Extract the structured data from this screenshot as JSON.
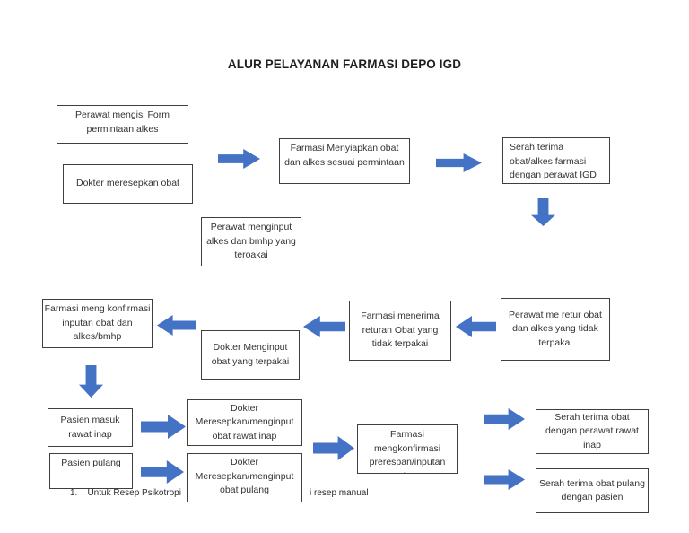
{
  "title": "ALUR PELAYANAN FARMASI DEPO IGD",
  "colors": {
    "arrow": "#4472C4",
    "box_border": "#3f3f3f",
    "text": "#333333"
  },
  "nodes": {
    "perawat_form": "Perawat mengisi Form\npermintaan alkes",
    "dokter_meresepkan": "Dokter meresepkan obat",
    "farmasi_menyiapkan": "Farmasi Menyiapkan obat\ndan alkes sesuai permintaan",
    "serah_terima_igd": "Serah terima\nobat/alkes farmasi\ndengan perawat IGD",
    "perawat_menginput": "Perawat menginput\nalkes dan bmhp yang\nteroakai",
    "farmasi_konfirmasi": "Farmasi meng konfirmasi\ninputan obat dan\nalkes/bmhp",
    "dokter_menginput": "Dokter Menginput\nobat yang terpakai",
    "farmasi_menerima": "Farmasi menerima\nreturan Obat yang\ntidak terpakai",
    "perawat_retur": "Perawat me retur obat\ndan alkes yang tidak\nterpakai",
    "pasien_masuk": "Pasien masuk\nrawat inap",
    "dokter_rawat_inap": "Dokter\nMeresepkan/menginput\nobat rawat inap",
    "pasien_pulang": "Pasien pulang",
    "dokter_pulang": "Dokter\nMeresepkan/menginput\nobat pulang",
    "farmasi_prerespan": "Farmasi\nmengkonfirmasi\nprerespan/inputan\nobat",
    "serah_terima_rawat_inap": "Serah terima obat\ndengan perawat rawat\ninap",
    "serah_terima_pulang": "Serah terima obat pulang\ndengan pasien"
  },
  "note": {
    "left_fragment": "1.    Untuk Resep Psikotropi",
    "right_fragment": "i resep manual"
  },
  "arrows": {
    "directions": [
      "right",
      "right",
      "down",
      "left",
      "left",
      "left",
      "down",
      "right",
      "right",
      "right",
      "right",
      "right"
    ]
  }
}
